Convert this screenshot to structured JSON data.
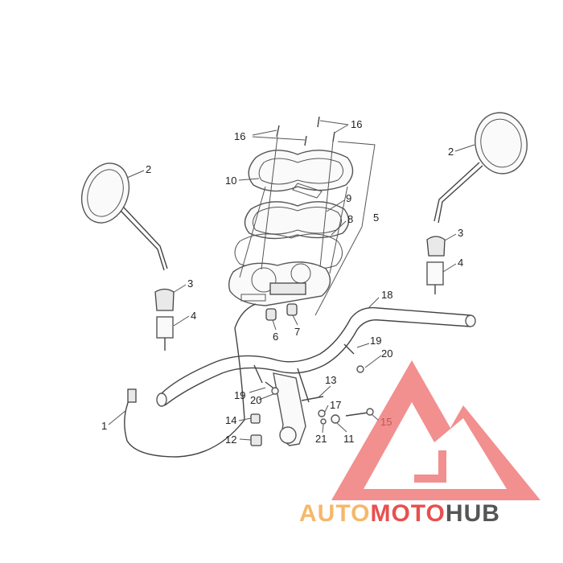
{
  "diagram": {
    "labels": {
      "n1": "1",
      "n2a": "2",
      "n2b": "2",
      "n3a": "3",
      "n3b": "3",
      "n4a": "4",
      "n4b": "4",
      "n5": "5",
      "n6": "6",
      "n7": "7",
      "n8": "8",
      "n9": "9",
      "n10": "10",
      "n11": "11",
      "n12": "12",
      "n13": "13",
      "n14": "14",
      "n15": "15",
      "n16a": "16",
      "n16b": "16",
      "n17": "17",
      "n18": "18",
      "n19a": "19",
      "n19b": "19",
      "n20a": "20",
      "n20b": "20",
      "n21": "21"
    }
  },
  "watermark": {
    "brand_part1": "AUTO",
    "brand_part2": "MOTO",
    "brand_part3": "HUB",
    "colors": {
      "auto": "#f5b86a",
      "moto": "#e8504f",
      "hub": "#555555",
      "logo": "#ee6a6a"
    }
  }
}
